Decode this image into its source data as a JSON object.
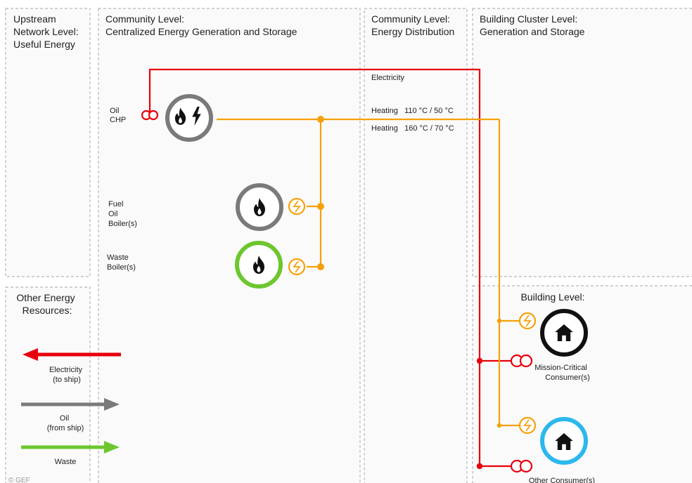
{
  "panels": {
    "upstream": [
      "Upstream",
      "Network Level:",
      "Useful Energy"
    ],
    "central": [
      "Community Level:",
      "Centralized Energy Generation and Storage"
    ],
    "distribution": [
      "Community Level:",
      "Energy Distribution"
    ],
    "cluster": [
      "Building Cluster Level:",
      "Generation and Storage"
    ],
    "other_resources": [
      "Other Energy",
      "Resources:"
    ],
    "building": [
      "Building Level:"
    ]
  },
  "plants": {
    "chp": [
      "Oil",
      "CHP"
    ],
    "fuel_oil_boiler": [
      "Fuel",
      "Oil",
      "Boiler(s)"
    ],
    "waste_boiler": [
      "Waste",
      "Boiler(s)"
    ]
  },
  "distribution_lines": {
    "electricity": "Electricity",
    "heating_low": "Heating   110 °C / 50 °C",
    "heating_high": "Heating   160 °C / 70 °C"
  },
  "consumers": {
    "mission_critical": [
      "Mission-Critical",
      "Consumer(s)"
    ],
    "other": [
      "Other Consumer(s)"
    ]
  },
  "resources_legend": {
    "electricity": [
      "Electricity",
      "(to ship)"
    ],
    "oil": [
      "Oil",
      "(from ship)"
    ],
    "waste": [
      "Waste"
    ]
  },
  "copyright": "© GEF",
  "colors": {
    "electricity": "#e8000b",
    "heating": "#f5a10a",
    "oil": "#7a7a7a",
    "waste": "#6cc72e",
    "mission_critical_ring": "#111111",
    "other_consumer_ring": "#2bb8ec"
  },
  "icons": {
    "chp": "flame-bolt-icon",
    "boiler": "flame-icon",
    "consumer": "house-icon",
    "heat_exchanger": "heat-exchanger-icon",
    "transformer": "transformer-icon"
  }
}
